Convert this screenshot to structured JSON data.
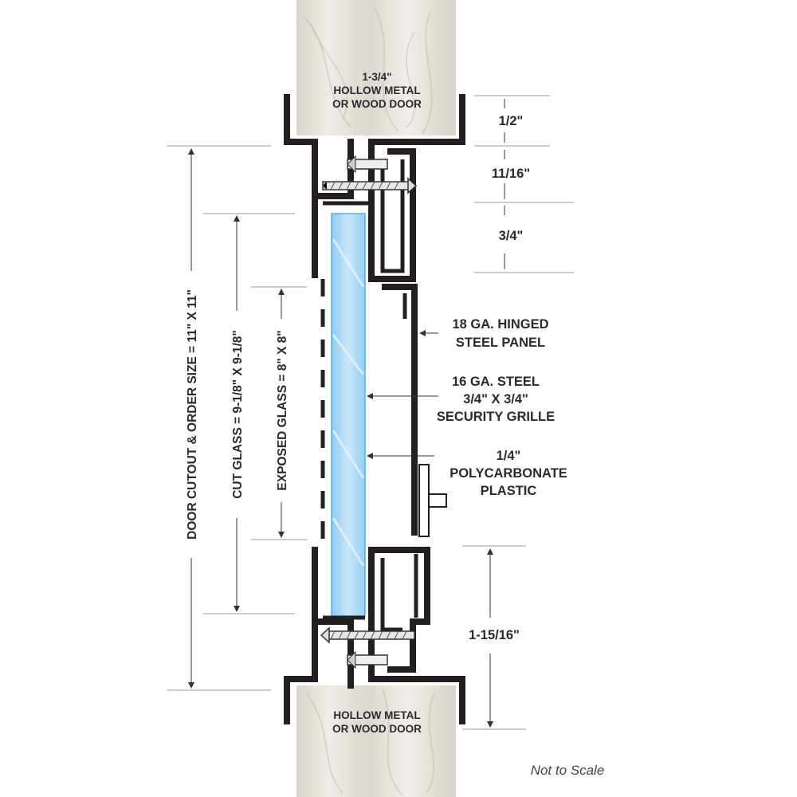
{
  "labels": {
    "door_top": [
      "1-3/4\"",
      "HOLLOW METAL",
      "OR WOOD DOOR"
    ],
    "door_bottom": [
      "HOLLOW METAL",
      "OR WOOD DOOR"
    ],
    "dim_half": "1/2\"",
    "dim_11_16": "11/16\"",
    "dim_3_4": "3/4\"",
    "dim_1_15_16": "1-15/16\"",
    "hinged_panel": [
      "18 GA. HINGED",
      "STEEL PANEL"
    ],
    "grille": [
      "16 GA. STEEL",
      "3/4\" X 3/4\"",
      "SECURITY GRILLE"
    ],
    "polycarbonate": [
      "1/4\"",
      "POLYCARBONATE",
      "PLASTIC"
    ],
    "door_cutout": "DOOR CUTOUT & ORDER SIZE = 11\" X 11\"",
    "cut_glass": "CUT GLASS  =  9-1/8\" X 9-1/8\"",
    "exposed_glass": "EXPOSED GLASS = 8\" X 8\"",
    "not_to_scale": "Not to Scale"
  },
  "colors": {
    "frame": "#231f20",
    "glass": "#a9d8f5",
    "wood": "#e8e4de"
  }
}
